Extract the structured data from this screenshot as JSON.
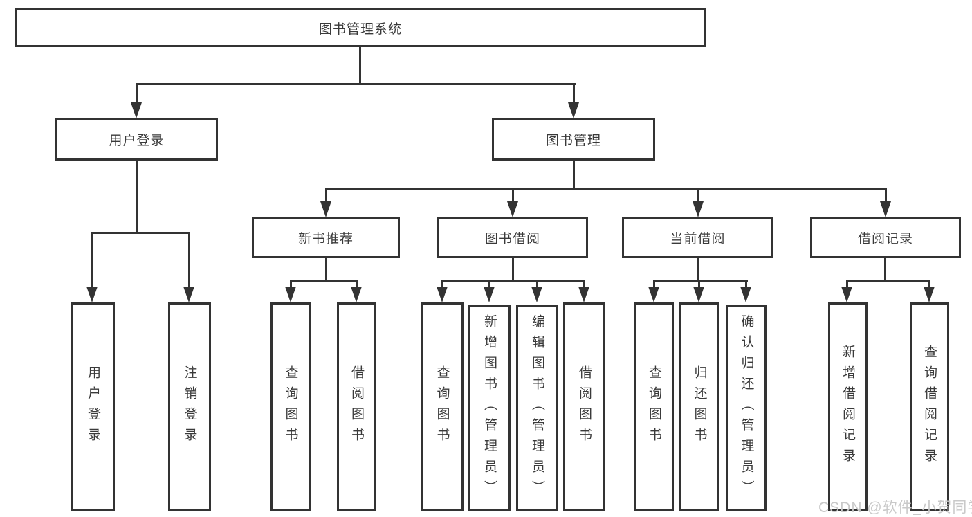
{
  "diagram": {
    "title": "图书管理系统",
    "root": {
      "label": "图书管理系统"
    },
    "branches": [
      {
        "label": "用户登录",
        "children": [
          {
            "label": "用户登录"
          },
          {
            "label": "注销登录"
          }
        ]
      },
      {
        "label": "图书管理",
        "children": [
          {
            "label": "新书推荐",
            "children": [
              {
                "label": "查询图书"
              },
              {
                "label": "借阅图书"
              }
            ]
          },
          {
            "label": "图书借阅",
            "children": [
              {
                "label": "查询图书"
              },
              {
                "label": "新增图书（管理员）"
              },
              {
                "label": "编辑图书（管理员）"
              },
              {
                "label": "借阅图书"
              }
            ]
          },
          {
            "label": "当前借阅",
            "children": [
              {
                "label": "查询图书"
              },
              {
                "label": "归还图书"
              },
              {
                "label": "确认归还（管理员）"
              }
            ]
          },
          {
            "label": "借阅记录",
            "children": [
              {
                "label": "新增借阅记录"
              },
              {
                "label": "查询借阅记录"
              }
            ]
          }
        ]
      }
    ]
  },
  "watermark": {
    "text": "CSDN @软件_小贺同学",
    "color": "#c9c9c9"
  },
  "colors": {
    "line": "#333333",
    "text": "#3a3a3a",
    "background": "#ffffff"
  }
}
